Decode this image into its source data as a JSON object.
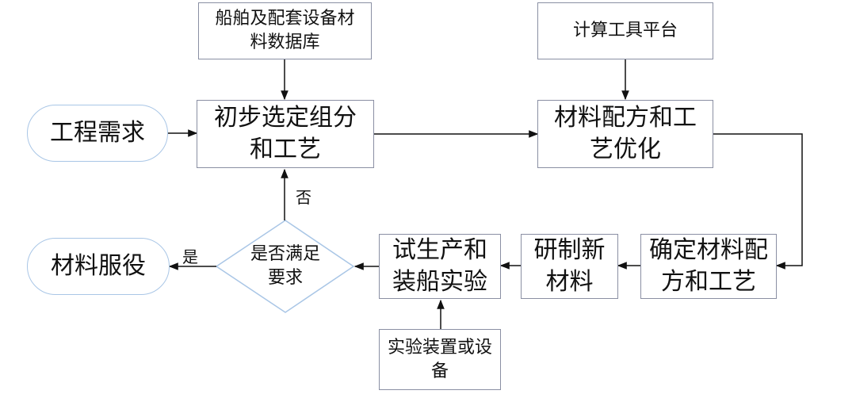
{
  "nodes": {
    "ship_db": "船舶及配套设备材\n料数据库",
    "calc_platform": "计算工具平台",
    "eng_req": "工程需求",
    "initial_select": "初步选定组分\n和工艺",
    "optimize": "材料配方和工\n艺优化",
    "decision": "是否满足\n要求",
    "service": "材料服役",
    "trial": "试生产和\n装船实验",
    "develop": "研制新\n材料",
    "confirm": "确定材料配\n方和工艺",
    "test_device": "实验装置或设\n备"
  },
  "edge_labels": {
    "no": "否",
    "yes": "是"
  },
  "colors": {
    "box_border": "#8a8fa3",
    "oval_border": "#a9c6e6",
    "arrow": "#111111"
  }
}
